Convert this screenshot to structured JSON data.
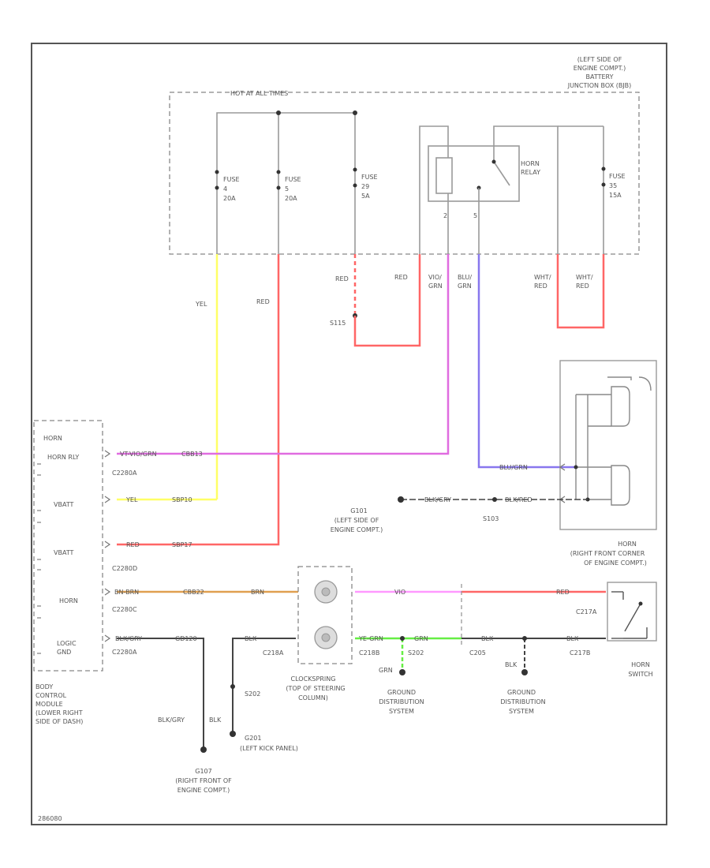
{
  "colors": {
    "yellow": "#ffff66",
    "red": "#ff6666",
    "pink": "#e06ce0",
    "violet": "#ff99ff",
    "blue": "#8877ee",
    "orange": "#e0a050",
    "green": "#66ee44",
    "dark": "#444444",
    "gray": "#9a9a9a"
  },
  "labels": {
    "battery_line1": "(LEFT SIDE OF",
    "battery_line2": "ENGINE COMPT.)",
    "battery_line3": "BATTERY",
    "battery_line4": "JUNCTION BOX (BJB)",
    "hot_at_all_times": "HOT AT ALL TIMES",
    "fuse1_name": "FUSE",
    "fuse1_num": "4",
    "fuse1_amp": "20A",
    "fuse2_name": "FUSE",
    "fuse2_num": "5",
    "fuse2_amp": "20A",
    "fuse3_name": "FUSE",
    "fuse3_num": "29",
    "fuse3_amp": "5A",
    "fuse4_name": "FUSE",
    "fuse4_num": "35",
    "fuse4_amp": "15A",
    "horn_relay_1": "HORN",
    "horn_relay_2": "RELAY",
    "relay_pin2": "2",
    "relay_pin5": "5",
    "w_red_a": "RED",
    "w_red_b": "RED",
    "w_vio_1": "VIO/",
    "w_vio_2": "GRN",
    "w_blu_1": "BLU/",
    "w_blu_2": "GRN",
    "w_wht_red_1a": "WHT/",
    "w_wht_red_1b": "RED",
    "w_wht_red_2a": "WHT/",
    "w_wht_red_2b": "RED",
    "w_yel": "YEL",
    "w_red_c": "RED",
    "s115": "S115",
    "bcm_horn": "HORN",
    "bcm_horn_rly": "HORN RLY",
    "bcm_vbatt1": "VBATT",
    "bcm_vbatt2": "VBATT",
    "bcm_horn_sw": "HORN",
    "bcm_logic_gnd_1": "LOGIC",
    "bcm_logic_gnd_2": "GND",
    "c2280a_1": "C2280A",
    "c2280d": "C2280D",
    "c2280c": "C2280C",
    "c2280a_2": "C2280A",
    "wire_vio_grn": "VT-VIO/GRN",
    "circuit_cbb13": "CBB13",
    "wire_yel": "YEL",
    "circuit_sbp10": "SBP10",
    "wire_red": "RED",
    "circuit_sbp17": "SBP17",
    "wire_brn": "BN-BRN",
    "circuit_cbb22": "CBB22",
    "wire_brn_2": "BRN",
    "wire_blk_gry": "BLK/GRY",
    "circuit_gd120": "GD120",
    "wire_blu_grn": "BLU/GRN",
    "wire_blk_gry_2": "BLK/GRY",
    "wire_blk_red": "BLK/RED",
    "g101": "G101",
    "g101_loc_1": "(LEFT SIDE OF",
    "g101_loc_2": "ENGINE COMPT.)",
    "s103": "S103",
    "horn_1": "HORN",
    "horn_2": "(RIGHT FRONT CORNER",
    "horn_3": "OF ENGINE COMPT.)",
    "c218a": "C218A",
    "c218b": "C218B",
    "s202": "S202",
    "c205": "C205",
    "c217a": "C217A",
    "c217b": "C217B",
    "wire_vio": "VIO",
    "wire_red_2": "RED",
    "wire_blk": "BLK",
    "wire_ye_grn": "YE-GRN",
    "wire_grn": "GRN",
    "wire_grn_2": "GRN",
    "wire_blk_2": "BLK",
    "wire_blk_3": "BLK",
    "wire_blk_4": "BLK",
    "horn_switch_1": "HORN",
    "horn_switch_2": "SWITCH",
    "clockspring_1": "CLOCKSPRING",
    "clockspring_2": "(TOP OF STEERING",
    "clockspring_3": "COLUMN)",
    "gds1_1": "GROUND",
    "gds1_2": "DISTRIBUTION",
    "gds1_3": "SYSTEM",
    "gds2_1": "GROUND",
    "gds2_2": "DISTRIBUTION",
    "gds2_3": "SYSTEM",
    "bcm_1": "BODY",
    "bcm_2": "CONTROL",
    "bcm_3": "MODULE",
    "bcm_4": "(LOWER RIGHT",
    "bcm_5": "SIDE OF DASH)",
    "s202_b": "S202",
    "g201": "G201",
    "g201_loc": "(LEFT KICK PANEL)",
    "wire_blk_gry_3": "BLK/GRY",
    "wire_blk_5": "BLK",
    "g107": "G107",
    "g107_loc_1": "(RIGHT FRONT OF",
    "g107_loc_2": "ENGINE COMPT.)",
    "footer_code": "286080"
  }
}
